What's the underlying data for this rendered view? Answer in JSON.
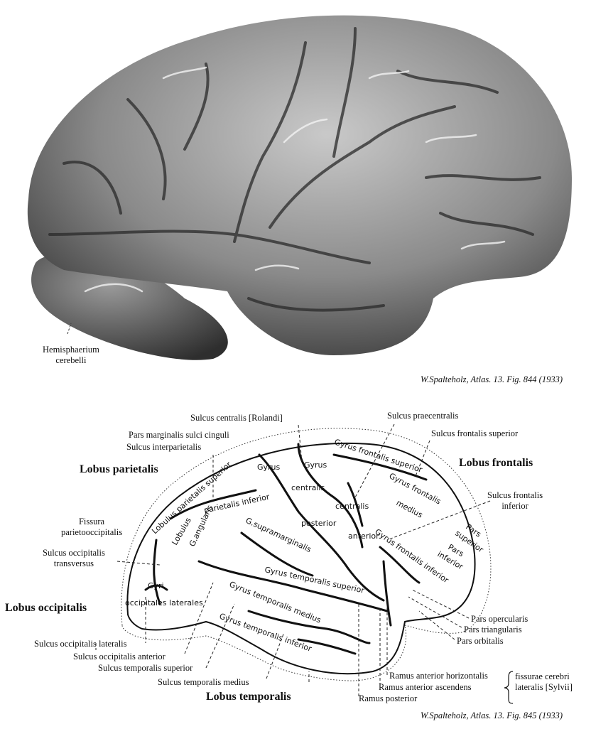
{
  "photo": {
    "label_cerebellum": [
      "Hemisphaerium",
      "cerebelli"
    ],
    "caption": "W.Spalteholz, Atlas. 13. Fig. 844 (1933)"
  },
  "diagram": {
    "caption": "W.Spalteholz, Atlas. 13. Fig. 845 (1933)",
    "lobes": {
      "parietalis": "Lobus parietalis",
      "frontalis": "Lobus frontalis",
      "occipitalis": "Lobus occipitalis",
      "temporalis": "Lobus temporalis"
    },
    "labels": {
      "sulcus_centralis": "Sulcus centralis [Rolandi]",
      "pars_marginalis": "Pars marginalis sulci cinguli",
      "sulcus_interparietalis": "Sulcus interparietalis",
      "sulcus_praecentralis": "Sulcus praecentralis",
      "sulcus_frontalis_superior": "Sulcus frontalis superior",
      "sulcus_frontalis_inferior": [
        "Sulcus frontalis",
        "inferior"
      ],
      "fissura_parietooccipitalis": [
        "Fissura",
        "parietooccipitalis"
      ],
      "sulcus_occipitalis_transversus": [
        "Sulcus occipitalis",
        "transversus"
      ],
      "pars_opercularis": "Pars opercularis",
      "pars_triangularis": "Pars triangularis",
      "pars_orbitalis": "Pars orbitalis",
      "sulcus_occipitalis_lateralis": "Sulcus occipitalis lateralis",
      "sulcus_occipitalis_anterior": "Sulcus occipitalis anterior",
      "sulcus_temporalis_superior": "Sulcus temporalis superior",
      "sulcus_temporalis_medius": "Sulcus temporalis medius",
      "ramus_anterior_horizontalis": "Ramus anterior horizontalis",
      "ramus_anterior_ascendens": "Ramus anterior ascendens",
      "ramus_posterior": "Ramus posterior",
      "fissurae_cerebri": [
        "fissurae cerebri",
        "lateralis [Sylvii]"
      ]
    },
    "inner": {
      "gyrus1": "Gyrus",
      "gyrus2": "Gyrus",
      "centralis1": "centralis",
      "centralis2": "centralis",
      "posterior": "posterior",
      "anterior": "anterior",
      "lob_par_sup": "Lobulus parietalis superior",
      "lob_par_inf": "parietalis inferior",
      "lobulus": "Lobulus",
      "g_angularis": "G.angularis",
      "g_supramarginalis": "G.supramarginalis",
      "gfs": "Gyrus frontalis superior",
      "gfm": "Gyrus frontalis",
      "medius": "medius",
      "gfi": "Gyrus frontalis inferior",
      "pars_superior": [
        "Pars",
        "superior"
      ],
      "pars_inferior": [
        "Pars",
        "inferior"
      ],
      "gts": "Gyrus temporalis superior",
      "gtm": "Gyrus temporalis medius",
      "gti": "Gyrus temporalis inferior",
      "gyri": "Gyri",
      "occ_lat": "occipitales laterales"
    }
  }
}
